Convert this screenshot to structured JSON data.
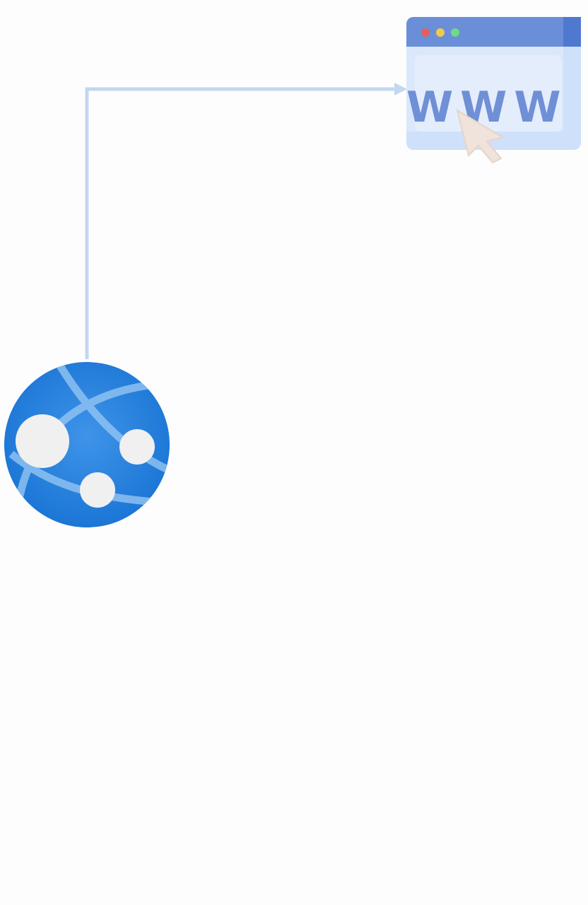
{
  "diagram": {
    "nodes": [
      {
        "id": "web-app",
        "icon": "web-app-globe-icon",
        "label": ""
      },
      {
        "id": "website",
        "icon": "browser-window-icon",
        "label": "WWW"
      }
    ],
    "edges": [
      {
        "from": "web-app",
        "to": "website",
        "style": "arrow"
      }
    ]
  },
  "browser": {
    "text": "WWW",
    "titlebar_color": "#6a8fd8",
    "window_dot_colors": [
      "#e0605d",
      "#f2c94c",
      "#6fd98a"
    ]
  },
  "colors": {
    "connector": "#c3d7ee",
    "globe_primary": "#1e7bd8",
    "globe_light": "#8ec1f1",
    "node": "#f0f0f0"
  }
}
